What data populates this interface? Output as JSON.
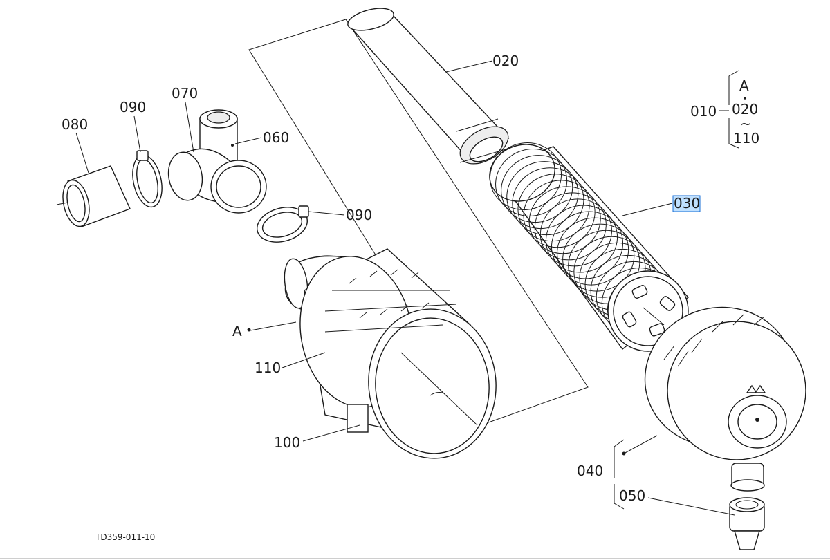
{
  "diagram": {
    "labels": {
      "p020": "020",
      "p030": "030",
      "p040": "040",
      "p050": "050",
      "p060": "060",
      "p070": "070",
      "p080": "080",
      "p090a": "090",
      "p090b": "090",
      "p100": "100",
      "p110": "110",
      "pA": "A"
    },
    "legend": {
      "ref": "010",
      "a": "A",
      "start": "020",
      "tilde": "~",
      "end": "110"
    },
    "drawing_code": "TD359-011-10",
    "highlighted_part": "030"
  },
  "colors": {
    "ink": "#1a1a1a",
    "highlight_fill": "#bfe0ff",
    "highlight_border": "#1a6fd6"
  }
}
